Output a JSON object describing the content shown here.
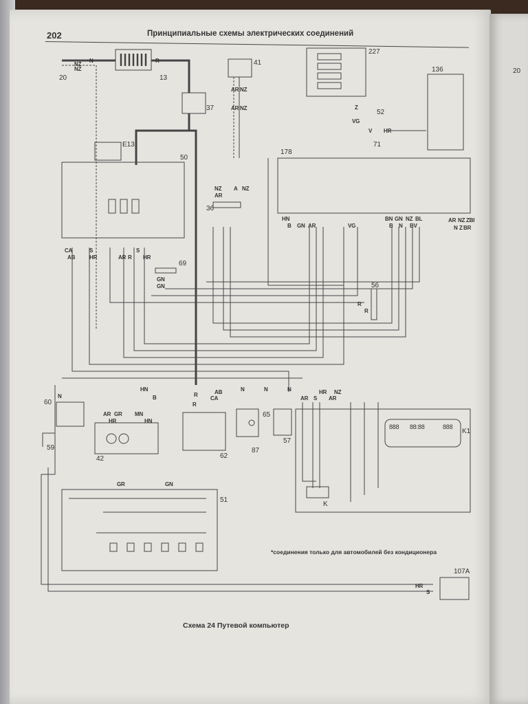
{
  "header": {
    "page_number": "202",
    "title": "Принципиальные схемы электрических соединений"
  },
  "components": [
    "20",
    "13",
    "41",
    "227",
    "136",
    "37",
    "52",
    "71",
    "178",
    "E13",
    "50",
    "36",
    "69",
    "56",
    "60",
    "59",
    "42",
    "62",
    "87",
    "65",
    "57",
    "K1",
    "K",
    "51",
    "107A"
  ],
  "wire_labels": [
    "N",
    "NZ",
    "NZ",
    "R",
    "AR",
    "NZ",
    "AR",
    "NZ",
    "Z",
    "VG",
    "V",
    "HR",
    "NZ",
    "AR",
    "A",
    "NZ",
    "S",
    "HR",
    "AR",
    "R",
    "S",
    "HR",
    "GN",
    "GN",
    "CA",
    "AB",
    "HN",
    "B",
    "GN",
    "AR",
    "VG",
    "BN",
    "GN",
    "NZ",
    "BL",
    "B",
    "N",
    "BV",
    "AR",
    "NZ",
    "ZBI",
    "BR",
    "N",
    "Z",
    "R",
    "N",
    "N",
    "N",
    "N",
    "HN",
    "B",
    "AR",
    "GR",
    "HR",
    "MN",
    "HN",
    "R",
    "CA",
    "AB",
    "AR",
    "S",
    "HR",
    "AR",
    "NZ",
    "GR",
    "GN",
    "HR",
    "S",
    "R",
    "R"
  ],
  "footnote": "*соединения только для автомобилей без кондиционера",
  "caption": "Схема 24 Путевой компьютер",
  "display": {
    "segments": [
      "888",
      "88:88",
      "888"
    ]
  },
  "next_page": {
    "component": "20"
  }
}
